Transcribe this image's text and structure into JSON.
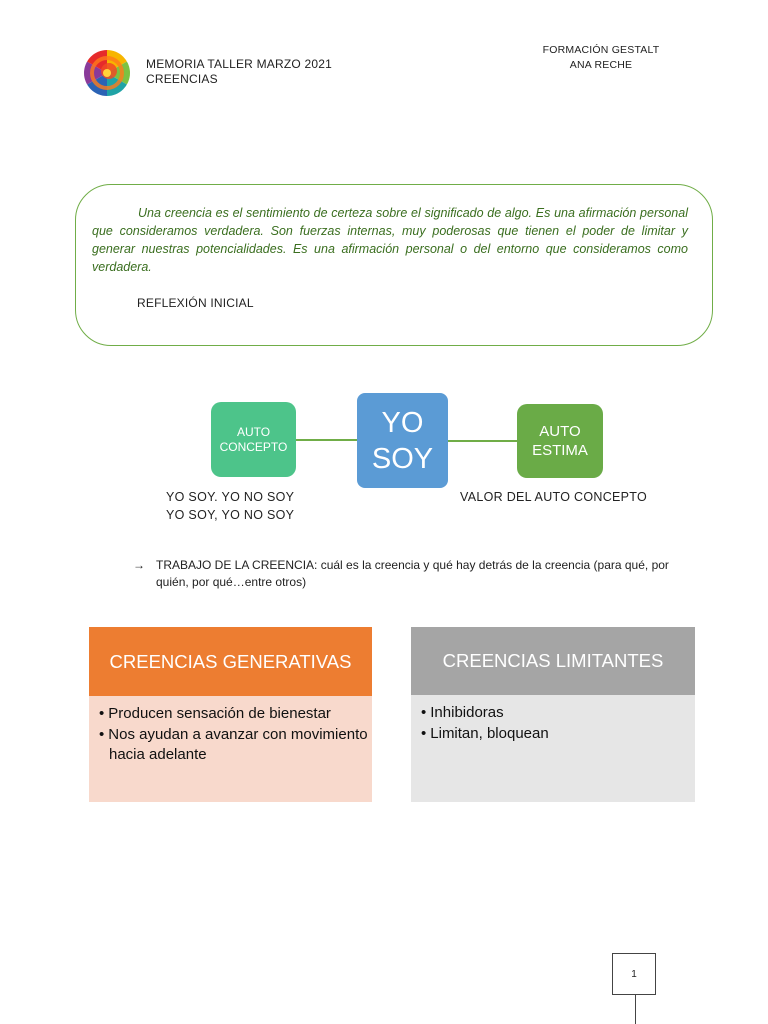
{
  "header": {
    "title_line1": "MEMORIA TALLER MARZO 2021",
    "title_line2": "CREENCIAS",
    "org_line1": "FORMACIÓN GESTALT",
    "org_line2": "ANA RECHE",
    "logo_icon": "color-wheel-logo"
  },
  "intro": {
    "text": "Una creencia es el sentimiento de certeza sobre el significado de algo. Es una afirmación personal que consideramos verdadera. Son fuerzas internas, muy poderosas que tienen el poder de limitar y generar nuestras potencialidades. Es una afirmación personal o del entorno que consideramos como verdadera.",
    "reflexion": "REFLEXIÓN INICIAL",
    "border_color": "#70ad47"
  },
  "diagram": {
    "left_node": {
      "line1": "AUTO",
      "line2": "CONCEPTO",
      "color": "#4dc48a"
    },
    "center_node": {
      "line1": "YO",
      "line2": "SOY",
      "color": "#5b9bd5"
    },
    "right_node": {
      "line1": "AUTO",
      "line2": "ESTIMA",
      "color": "#6aab47"
    },
    "left_caption_line1": "YO SOY. YO NO SOY",
    "left_caption_line2": "YO SOY, YO NO SOY",
    "right_caption": "VALOR DEL AUTO CONCEPTO"
  },
  "trabajo": {
    "arrow": "→",
    "text": "TRABAJO DE LA CREENCIA: cuál es la creencia y qué hay detrás de la creencia (para qué, por quién, por qué…entre otros)"
  },
  "generativas": {
    "title": "CREENCIAS GENERATIVAS",
    "header_color": "#ed7d31",
    "items": [
      "Producen sensación de bienestar",
      "Nos ayudan a avanzar con movimiento hacia adelante"
    ]
  },
  "limitantes": {
    "title": "CREENCIAS LIMITANTES",
    "header_color": "#a5a5a5",
    "items": [
      "Inhibidoras",
      "Limitan, bloquean"
    ]
  },
  "page_number": "1"
}
